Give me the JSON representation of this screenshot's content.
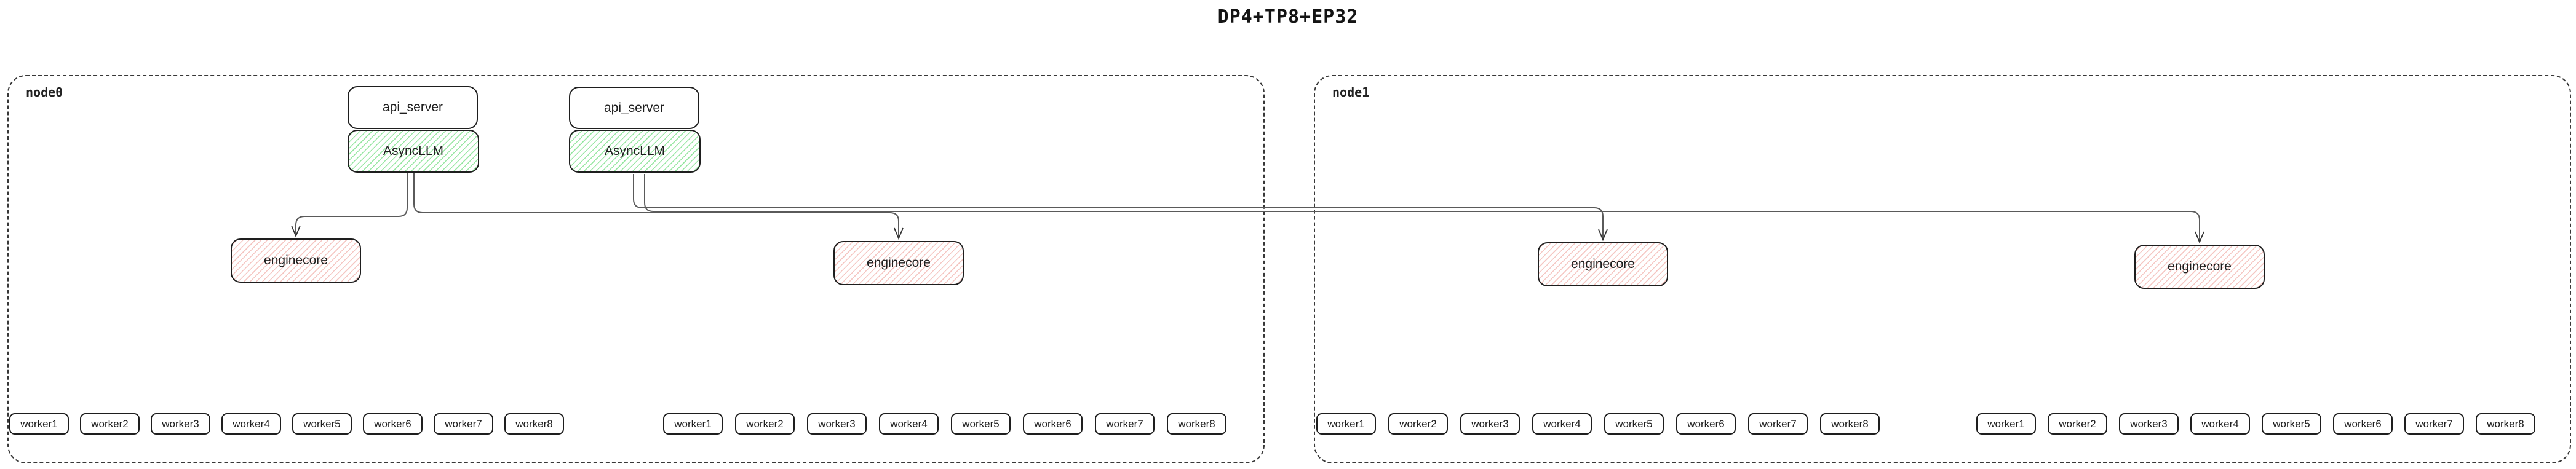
{
  "title": "DP4+TP8+EP32",
  "nodes": {
    "node0": {
      "label": "node0"
    },
    "node1": {
      "label": "node1"
    }
  },
  "boxes": {
    "api_server": "api_server",
    "async_llm": "AsyncLLM",
    "enginecore": "enginecore"
  },
  "workers": {
    "w1": "worker1",
    "w2": "worker2",
    "w3": "worker3",
    "w4": "worker4",
    "w5": "worker5",
    "w6": "worker6",
    "w7": "worker7",
    "w8": "worker8"
  },
  "colors": {
    "background": "#ffffff",
    "box_border": "#1e1e1e",
    "node_dashed_border": "#383838",
    "async_llm_hatch": "#98e7a3",
    "enginecore_hatch": "#f5c6c2",
    "connector": "#5a5a5a",
    "arrowhead": "#333333",
    "text": "#1e1e1e"
  },
  "diagram": {
    "type": "architecture-diagram",
    "description_visible_structure": "2 dashed node containers; node0 holds 2 api_server+AsyncLLM stacks, 2 enginecores, 2 rows of 8 workers; node1 holds 2 enginecores and 2 rows of 8 workers; each AsyncLLM has 2 arrows feeding enginecores",
    "edges": [
      "AsyncLLM#1 -> enginecore#1 (node0)",
      "AsyncLLM#1 -> enginecore#2 (node0)",
      "AsyncLLM#2 -> enginecore#3 (node1)",
      "AsyncLLM#2 -> enginecore#4 (node1)"
    ]
  }
}
